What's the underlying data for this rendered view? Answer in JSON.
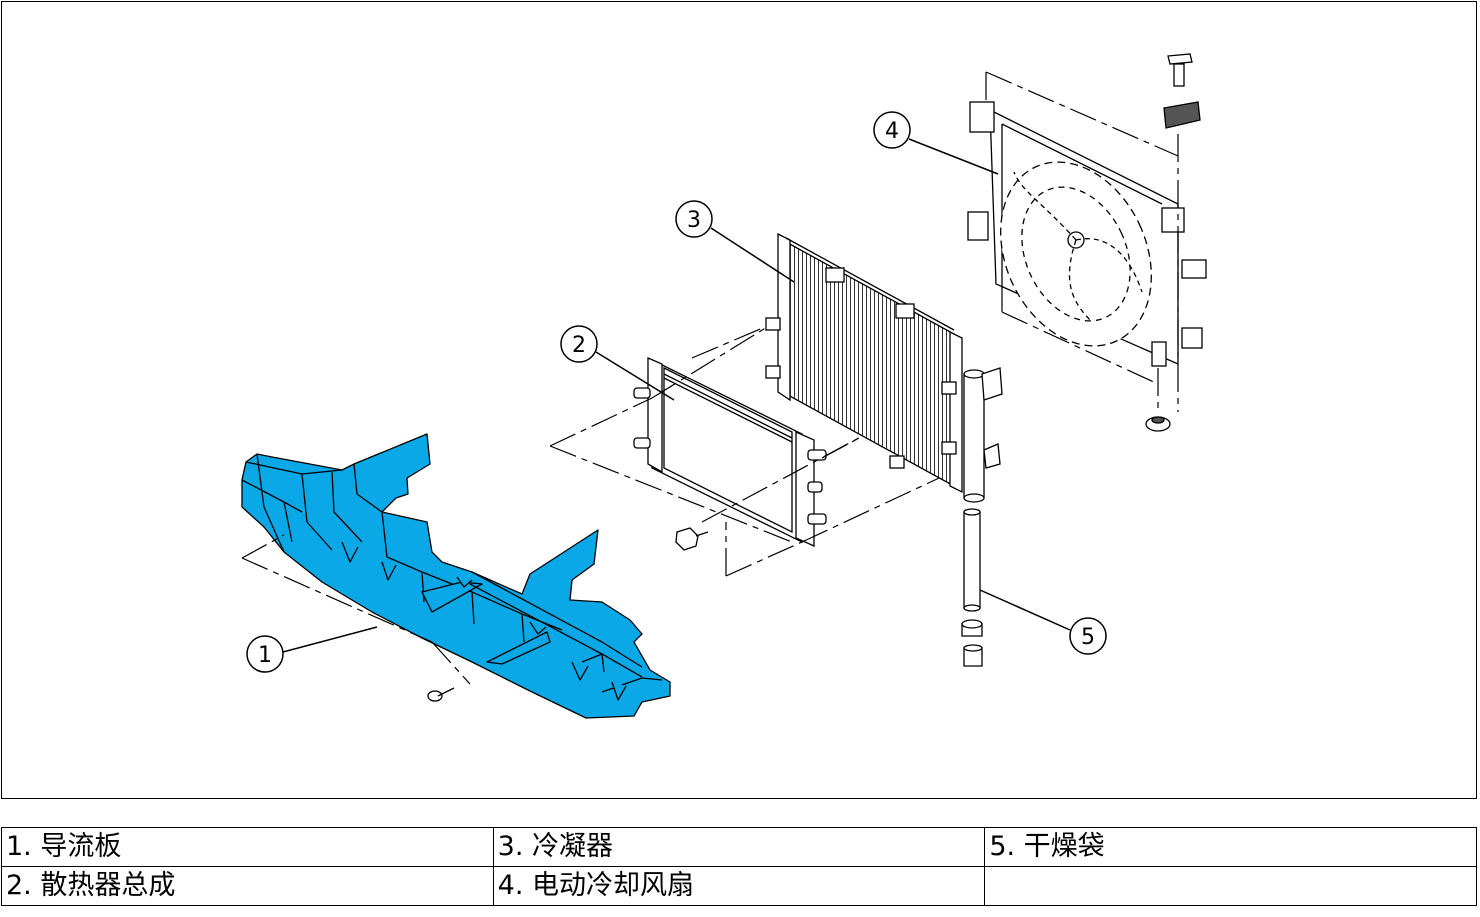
{
  "diagram": {
    "callouts": [
      "1",
      "2",
      "3",
      "4",
      "5"
    ],
    "colors": {
      "highlight": "#0aa8e6",
      "line": "#000000"
    }
  },
  "legend": {
    "rows": [
      [
        "1. 导流板",
        "3. 冷凝器",
        "5. 干燥袋"
      ],
      [
        "2. 散热器总成",
        "4. 电动冷却风扇",
        ""
      ]
    ]
  }
}
